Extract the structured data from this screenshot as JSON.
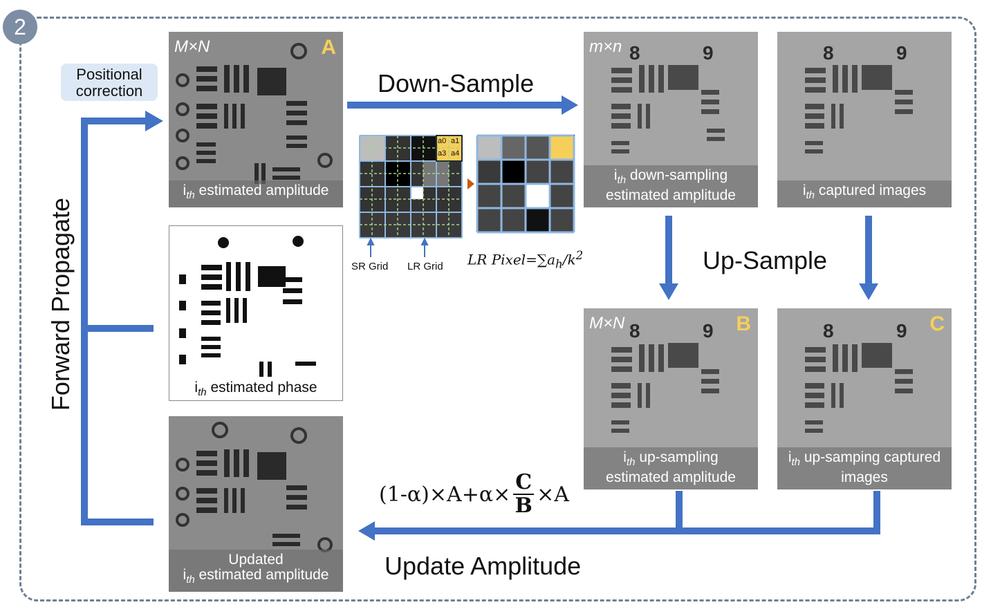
{
  "step_number": "2",
  "colors": {
    "arrow": "#4472c4",
    "frame": "#6e7f94",
    "letter": "#f6cf5a",
    "highlight": "#f6cf5a",
    "positional_bg": "#dde8f6"
  },
  "labels": {
    "positional_correction_line1": "Positional",
    "positional_correction_line2": "correction",
    "forward_propagate": "Forward Propagate",
    "down_sample": "Down-Sample",
    "up_sample": "Up-Sample",
    "update_amplitude": "Update Amplitude"
  },
  "panels": {
    "estimated_amplitude": {
      "dim": "M×N",
      "letter": "A",
      "sub": "th",
      "caption_line1": "estimated amplitude",
      "prefix": "i"
    },
    "estimated_phase": {
      "prefix": "i",
      "sub": "th",
      "caption": "estimated phase"
    },
    "updated_amplitude": {
      "caption_line0": "Updated",
      "prefix": "i",
      "sub": "th",
      "caption_line1": "estimated amplitude"
    },
    "downsampled": {
      "dim": "m×n",
      "prefix": "i",
      "sub": "th",
      "caption_line1": "down-sampling",
      "caption_line2": "estimated amplitude"
    },
    "captured": {
      "prefix": "i",
      "sub": "th",
      "caption_line1": "captured images"
    },
    "upsampled_estimated": {
      "dim": "M×N",
      "letter": "B",
      "prefix": "i",
      "sub": "th",
      "caption_line1": "up-sampling",
      "caption_line2": "estimated amplitude"
    },
    "upsampled_captured": {
      "letter": "C",
      "prefix": "i",
      "sub": "th",
      "caption_line1": "up-samping captured",
      "caption_line2": "images"
    }
  },
  "grid": {
    "sr_label": "SR Grid",
    "lr_label": "LR Grid",
    "a_labels": [
      "a0",
      "a1",
      "a3",
      "a4"
    ],
    "lr_formula": "LR Pixel=∑a",
    "lr_formula_sub": "h",
    "lr_formula_tail": "/k",
    "lr_formula_sup": "2"
  },
  "formula": {
    "part1": "(1-α)×A+α×",
    "num": "C",
    "den": "B",
    "part2": "×A"
  }
}
